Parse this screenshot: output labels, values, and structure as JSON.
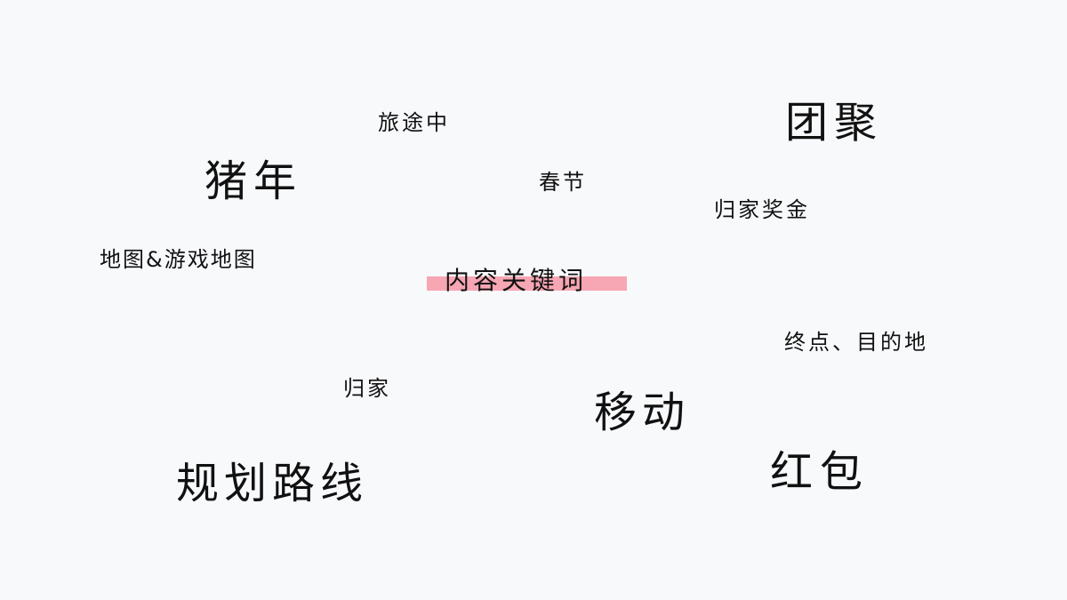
{
  "center_keyword": {
    "text": "内容关键词",
    "highlight_color": "#f7a6b3"
  },
  "keywords": [
    {
      "text": "旅途中"
    },
    {
      "text": "团聚"
    },
    {
      "text": "猪年"
    },
    {
      "text": "春节"
    },
    {
      "text": "归家奖金"
    },
    {
      "text": "地图&游戏地图"
    },
    {
      "text": "终点、目的地"
    },
    {
      "text": "归家"
    },
    {
      "text": "移动"
    },
    {
      "text": "红包"
    },
    {
      "text": "规划路线"
    }
  ],
  "colors": {
    "background": "#f8f9fb",
    "text": "#111111"
  }
}
